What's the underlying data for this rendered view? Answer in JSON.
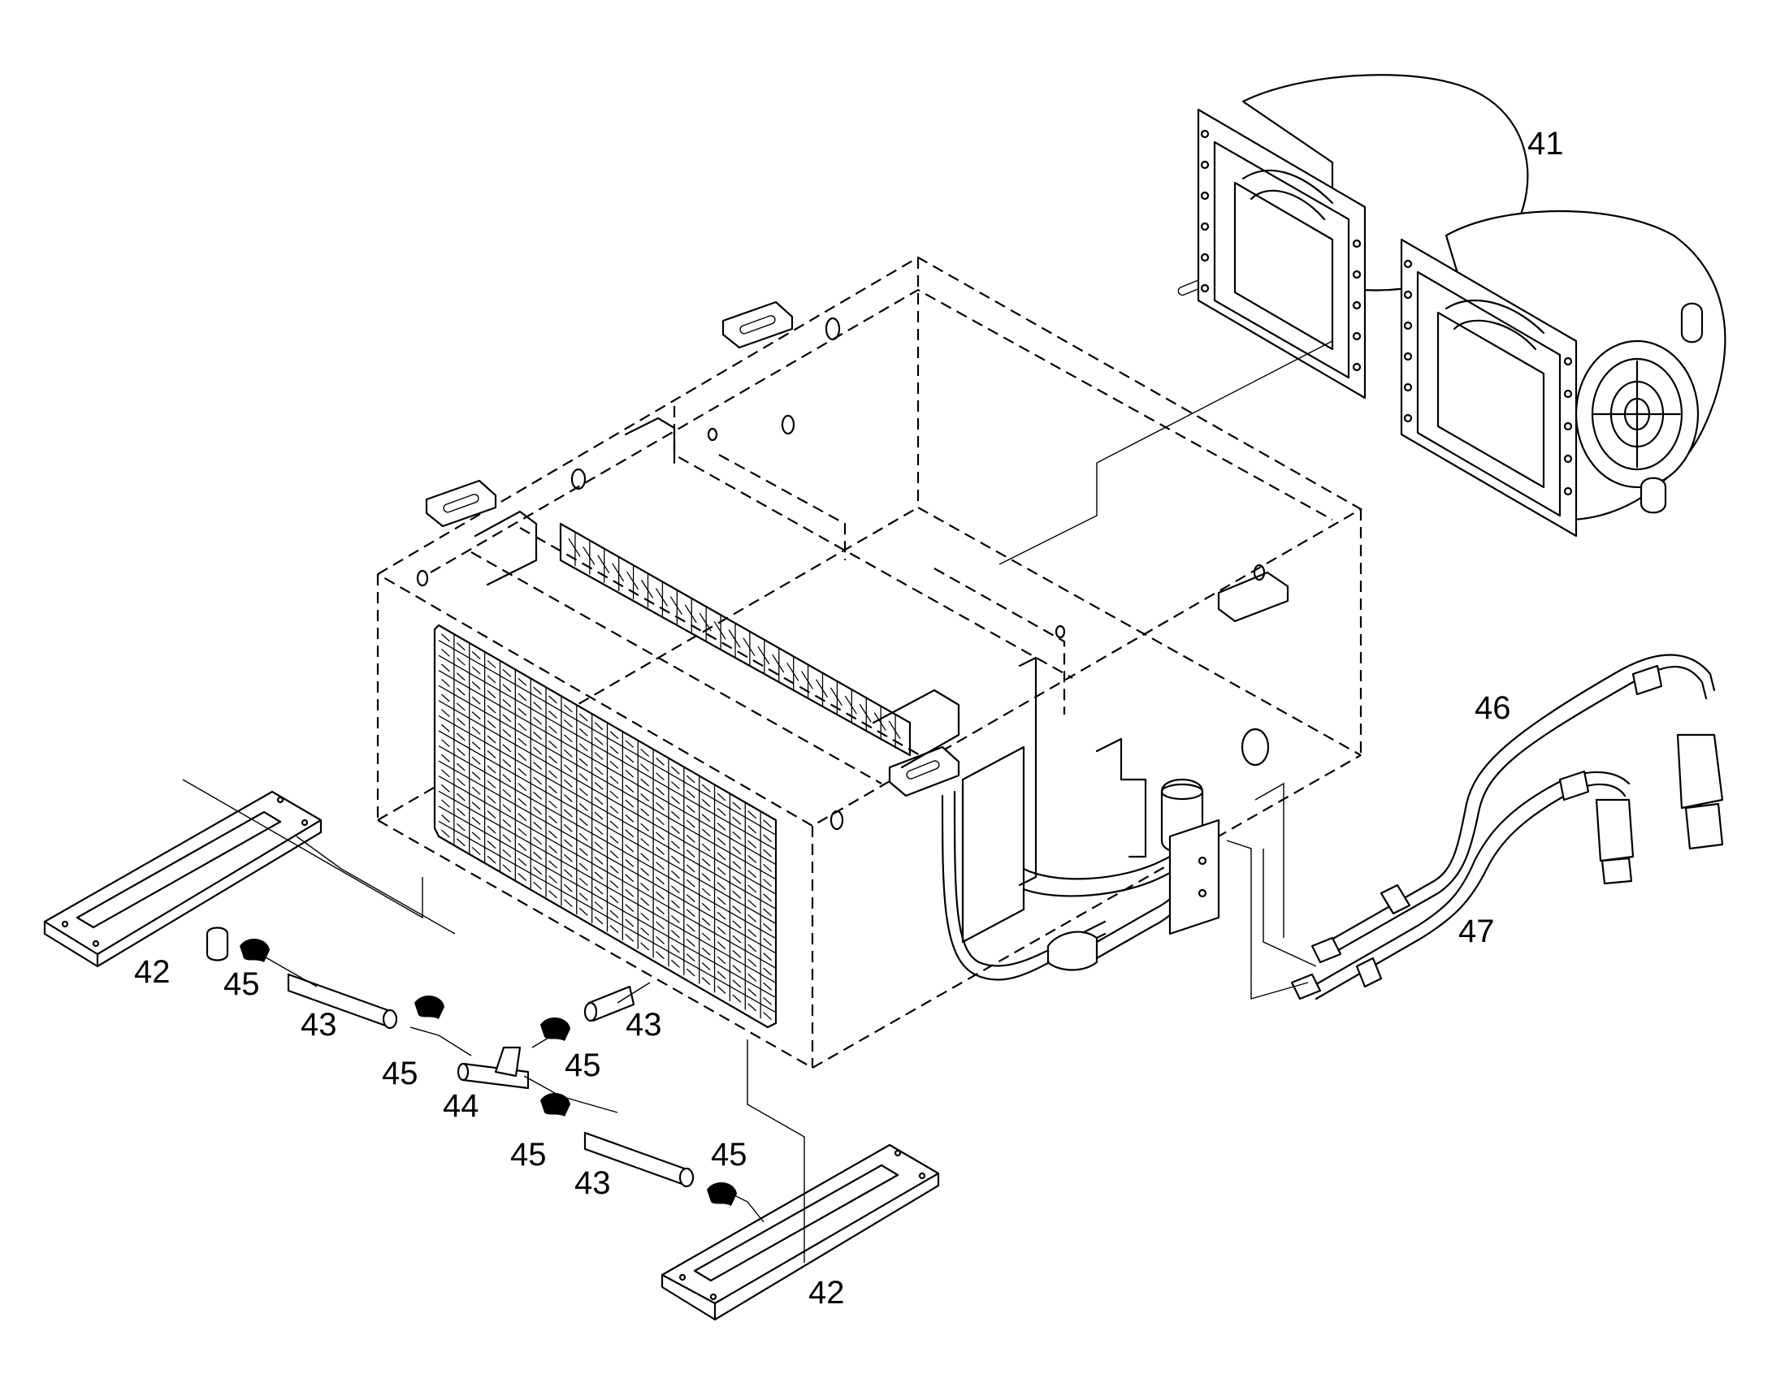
{
  "callouts": {
    "c41": "41",
    "c42a": "42",
    "c42b": "42",
    "c43a": "43",
    "c43b": "43",
    "c43c": "43",
    "c44": "44",
    "c45a": "45",
    "c45b": "45",
    "c45c": "45",
    "c45d": "45",
    "c45e": "45",
    "c46": "46",
    "c47": "47"
  }
}
